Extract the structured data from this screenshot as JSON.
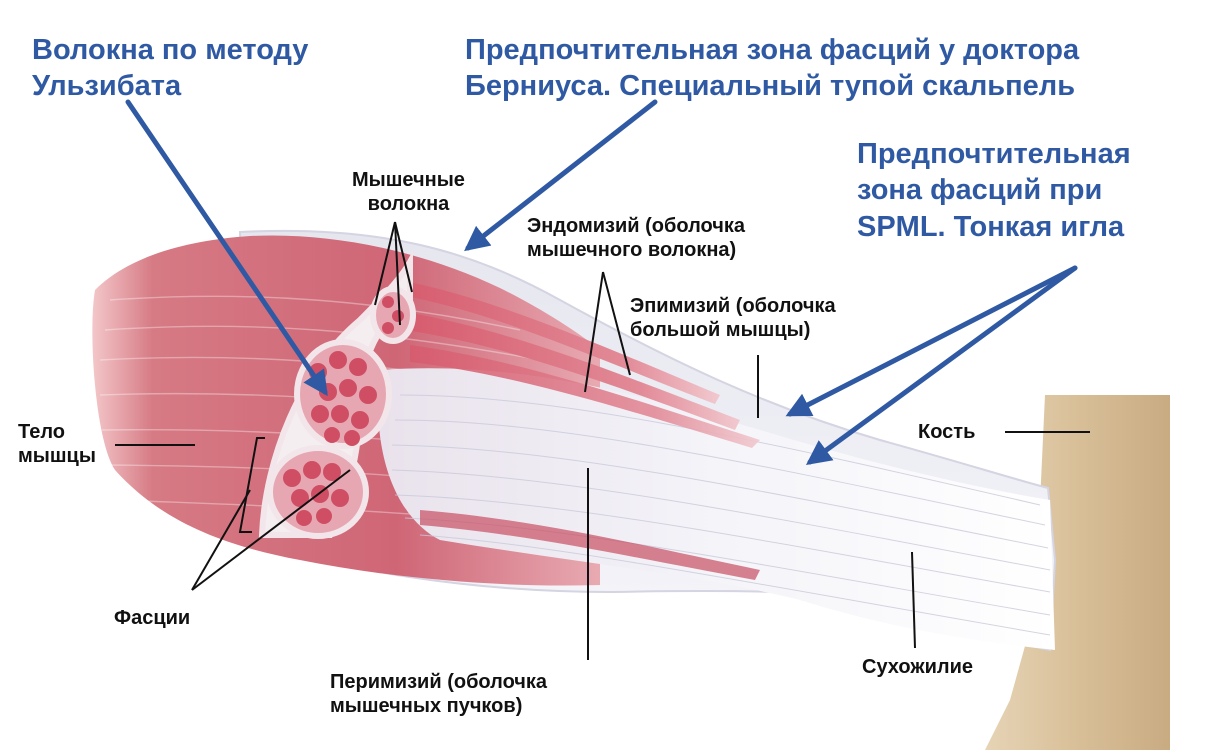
{
  "colors": {
    "callout_blue": "#2f5aa3",
    "label_black": "#111111",
    "muscle_red": "#c9566a",
    "tendon_white": "#f1f2f7",
    "bone": "#d9c3a2"
  },
  "callouts": {
    "ulzibat": [
      "Волокна по методу",
      "Ульзибата"
    ],
    "bernius": [
      "Предпочтительная зона фасций у доктора",
      "Берниуса. Специальный тупой скальпель"
    ],
    "spml": [
      "Предпочтительная",
      "зона фасций при",
      "SPML. Тонкая игла"
    ]
  },
  "labels": {
    "muscle_fibers": [
      "Мышечные",
      "волокна"
    ],
    "endomysium": [
      "Эндомизий (оболочка",
      "мышечного волокна)"
    ],
    "epimysium": [
      "Эпимизий (оболочка",
      "большой мышцы)"
    ],
    "muscle_body": [
      "Тело",
      "мышцы"
    ],
    "bone": "Кость",
    "fascia": "Фасции",
    "perimysium": [
      "Перимизий (оболочка",
      "мышечных пучков)"
    ],
    "tendon": "Сухожилие"
  }
}
